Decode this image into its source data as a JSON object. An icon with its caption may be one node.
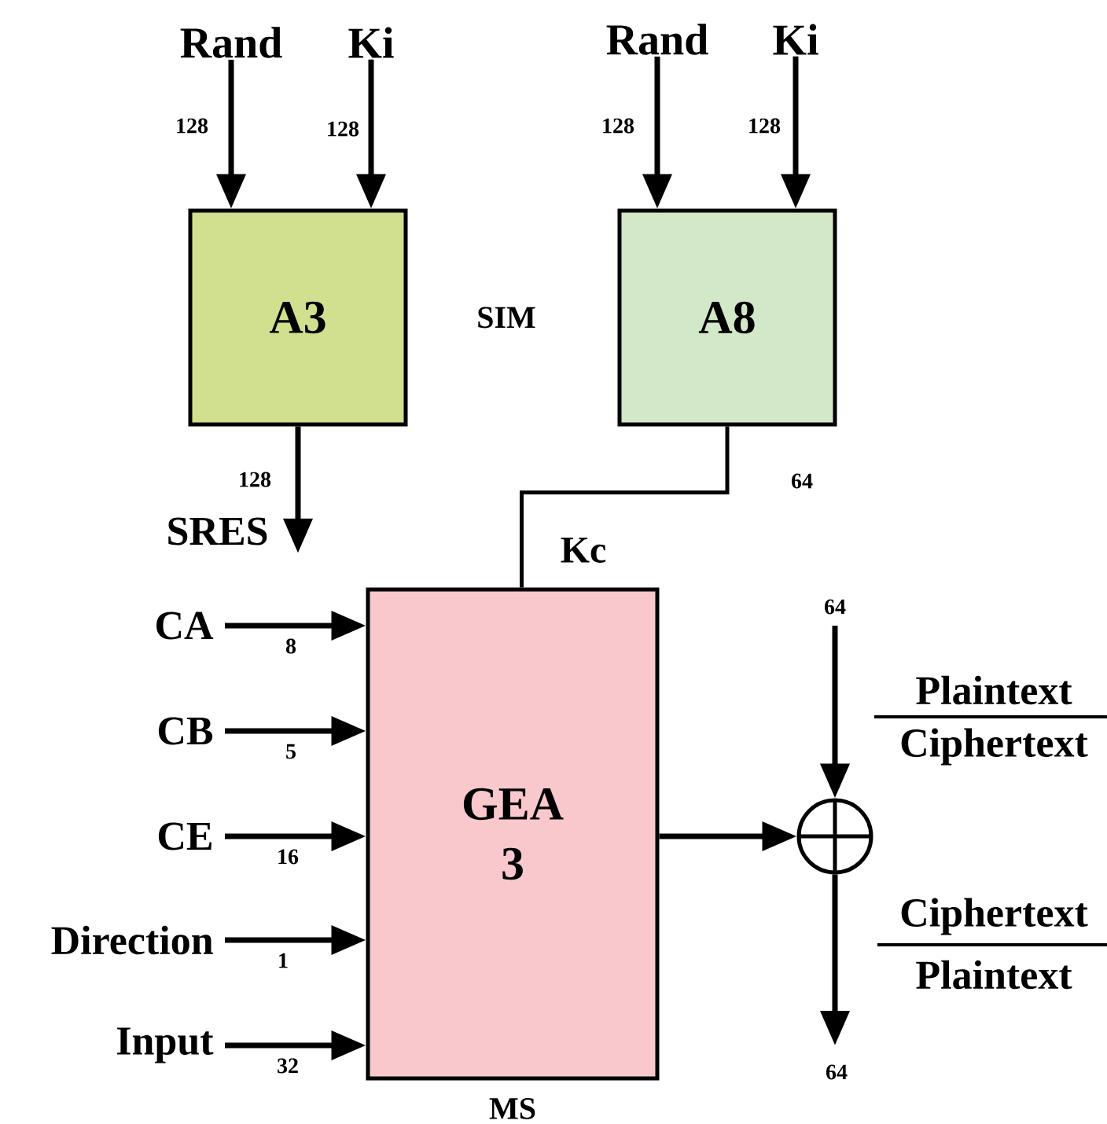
{
  "diagram": {
    "nodes": [
      {
        "text": [
          "Rand"
        ]
      },
      {
        "text": [
          "Ki"
        ]
      },
      {
        "text": [
          "A3"
        ]
      },
      {
        "text": [
          "Rand"
        ]
      },
      {
        "text": [
          "Ki"
        ]
      },
      {
        "text": [
          "A8"
        ]
      },
      {
        "text": [
          "SRES"
        ]
      },
      {
        "text": [
          "GEA 3"
        ],
        "beside": [
          "MS"
        ]
      },
      {
        "text": [
          "CA"
        ]
      },
      {
        "text": [
          "CB"
        ]
      },
      {
        "text": [
          "CE"
        ]
      },
      {
        "text": [
          "Direction"
        ]
      },
      {
        "text": [
          "Input"
        ]
      },
      {
        "text": [],
        "shape": "circle"
      }
    ],
    "edges": [
      {
        "from": 0,
        "to": 2,
        "arrow": "to",
        "label": "128"
      },
      {
        "from": 1,
        "to": 2,
        "arrow": "to",
        "label": "128"
      },
      {
        "from": 3,
        "to": 5,
        "arrow": "to",
        "label": "128"
      },
      {
        "from": 4,
        "to": 5,
        "arrow": "to",
        "label": "128"
      },
      {
        "from": 2,
        "to": 6,
        "arrow": "to",
        "label": "128"
      },
      {
        "from": 5,
        "to": 7,
        "arrow": "none",
        "label": "Kc"
      },
      {
        "from": 8,
        "to": 7,
        "arrow": "to",
        "label": "8"
      },
      {
        "from": 9,
        "to": 7,
        "arrow": "to",
        "label": "5"
      },
      {
        "from": 10,
        "to": 7,
        "arrow": "to",
        "label": "16"
      },
      {
        "from": 11,
        "to": 7,
        "arrow": "to",
        "label": "1"
      },
      {
        "from": 12,
        "to": 7,
        "arrow": "to",
        "label": "32"
      },
      {
        "from": 7,
        "to": 13,
        "arrow": "to"
      },
      {
        "from": null,
        "to": 13,
        "arrow": "to",
        "label": "64"
      },
      {
        "from": 13,
        "to": null,
        "arrow": "to",
        "label": "64"
      }
    ],
    "labels": [
      "SIM",
      "64",
      "Plaintext",
      "Ciphertext",
      "Ciphertext",
      "Plaintext"
    ]
  }
}
